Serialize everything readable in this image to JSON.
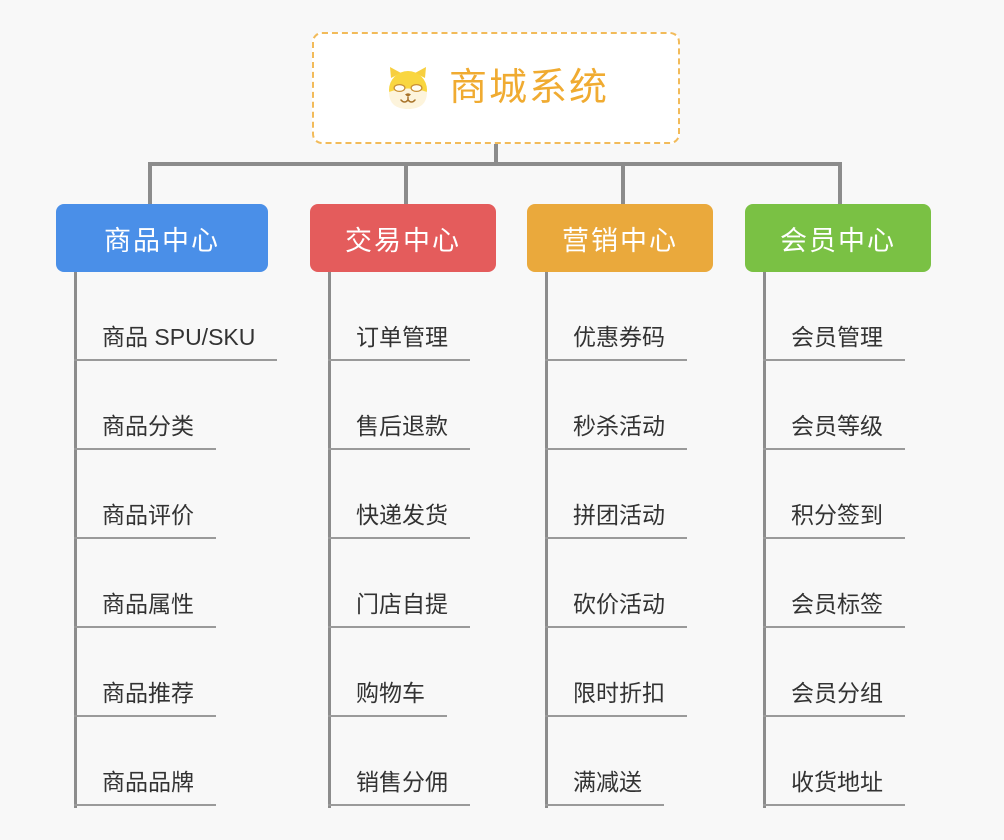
{
  "diagram": {
    "title": "商城系统",
    "icon": "shiba-dog-icon",
    "background_color": "#f8f8f8",
    "root_border_color": "#f2bb5a",
    "root_text_color": "#f0ab31",
    "connector_color": "#8c8c8c",
    "leaf_text_color": "#333333",
    "leaf_underline_color": "#9a9a9a"
  },
  "categories": [
    {
      "label": "商品中心",
      "color": "#4a8fe8",
      "items": [
        "商品 SPU/SKU",
        "商品分类",
        "商品评价",
        "商品属性",
        "商品推荐",
        "商品品牌"
      ]
    },
    {
      "label": "交易中心",
      "color": "#e45c5c",
      "items": [
        "订单管理",
        "售后退款",
        "快递发货",
        "门店自提",
        "购物车",
        "销售分佣"
      ]
    },
    {
      "label": "营销中心",
      "color": "#eaa93c",
      "items": [
        "优惠券码",
        "秒杀活动",
        "拼团活动",
        "砍价活动",
        "限时折扣",
        "满减送"
      ]
    },
    {
      "label": "会员中心",
      "color": "#7ac144",
      "items": [
        "会员管理",
        "会员等级",
        "积分签到",
        "会员标签",
        "会员分组",
        "收货地址"
      ]
    }
  ]
}
